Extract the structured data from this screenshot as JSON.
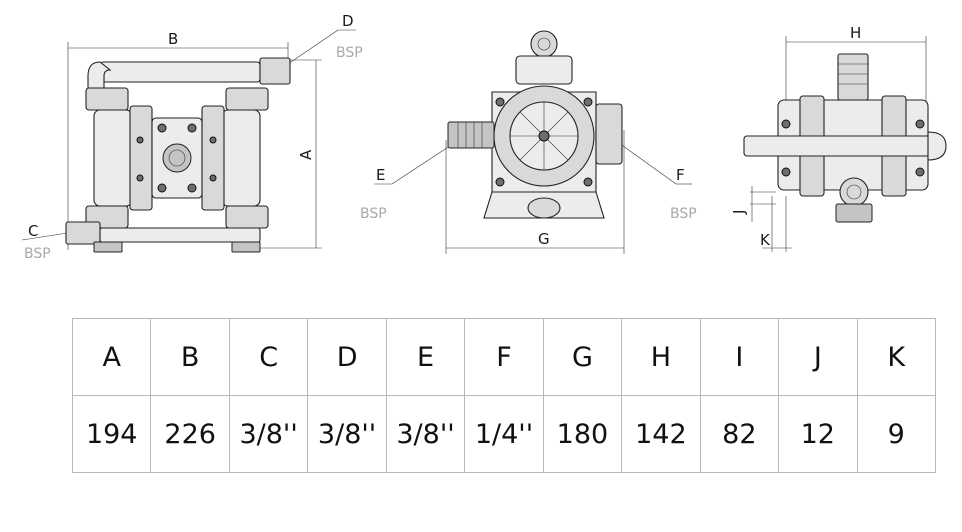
{
  "views": {
    "front": {
      "labels": {
        "A": "A",
        "B": "B",
        "C": "C",
        "D": "D"
      },
      "bsp": "BSP"
    },
    "side": {
      "labels": {
        "E": "E",
        "F": "F",
        "G": "G"
      },
      "bsp": "BSP"
    },
    "top": {
      "labels": {
        "H": "H",
        "J": "J",
        "K": "K"
      }
    }
  },
  "table": {
    "headers": [
      "A",
      "B",
      "C",
      "D",
      "E",
      "F",
      "G",
      "H",
      "I",
      "J",
      "K"
    ],
    "values": [
      "194",
      "226",
      "3/8''",
      "3/8''",
      "3/8''",
      "1/4''",
      "180",
      "142",
      "82",
      "12",
      "9"
    ]
  },
  "colors": {
    "line": "#1a1a1a",
    "bsp_text": "#a9a9a9",
    "table_border": "#b9b9b9"
  }
}
